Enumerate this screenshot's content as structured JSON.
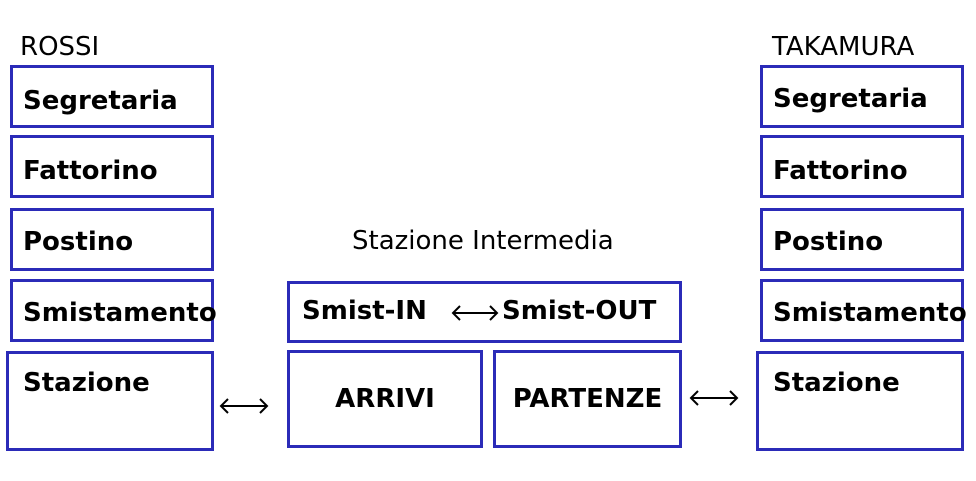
{
  "left": {
    "title": "ROSSI",
    "layers": [
      "Segretaria",
      "Fattorino",
      "Postino",
      "Smistamento",
      "Stazione"
    ]
  },
  "right": {
    "title": "TAKAMURA",
    "layers": [
      "Segretaria",
      "Fattorino",
      "Postino",
      "Smistamento",
      "Stazione"
    ]
  },
  "middle": {
    "title": "Stazione Intermedia",
    "top_left": "Smist-IN",
    "top_right": "Smist-OUT",
    "arrivals": "ARRIVI",
    "departures": "PARTENZE"
  },
  "colors": {
    "border": "#2b2bb8",
    "text": "#000000"
  }
}
